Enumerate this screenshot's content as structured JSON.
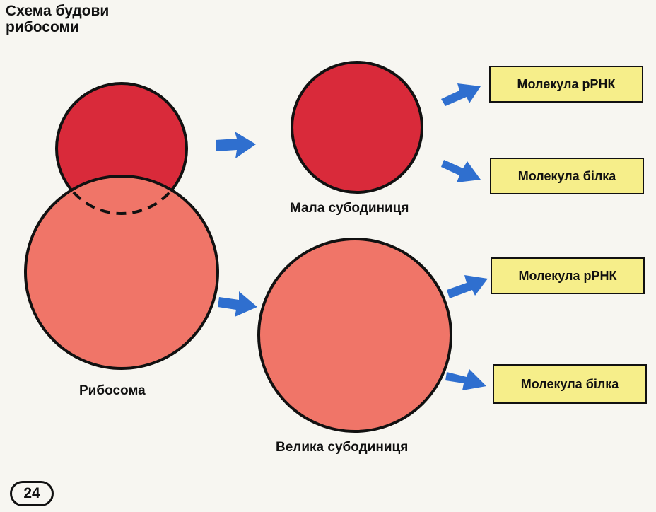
{
  "title": {
    "line1": "Схема будови",
    "line2": "рибосоми"
  },
  "labels": {
    "ribosome": "Рибосома",
    "small_subunit": "Мала субодиниця",
    "large_subunit": "Велика субодиниця"
  },
  "boxes": {
    "small_rrna": "Молекула рРНК",
    "small_protein": "Молекула білка",
    "large_rrna": "Молекула рРНК",
    "large_protein": "Молекула білка"
  },
  "page_number": "24",
  "colors": {
    "small_subunit_fill": "#d92a3a",
    "large_subunit_fill": "#f07568",
    "arrow": "#2f6fcf",
    "box_fill": "#f6ee8a",
    "background": "#f7f6f1",
    "outline": "#111111"
  }
}
